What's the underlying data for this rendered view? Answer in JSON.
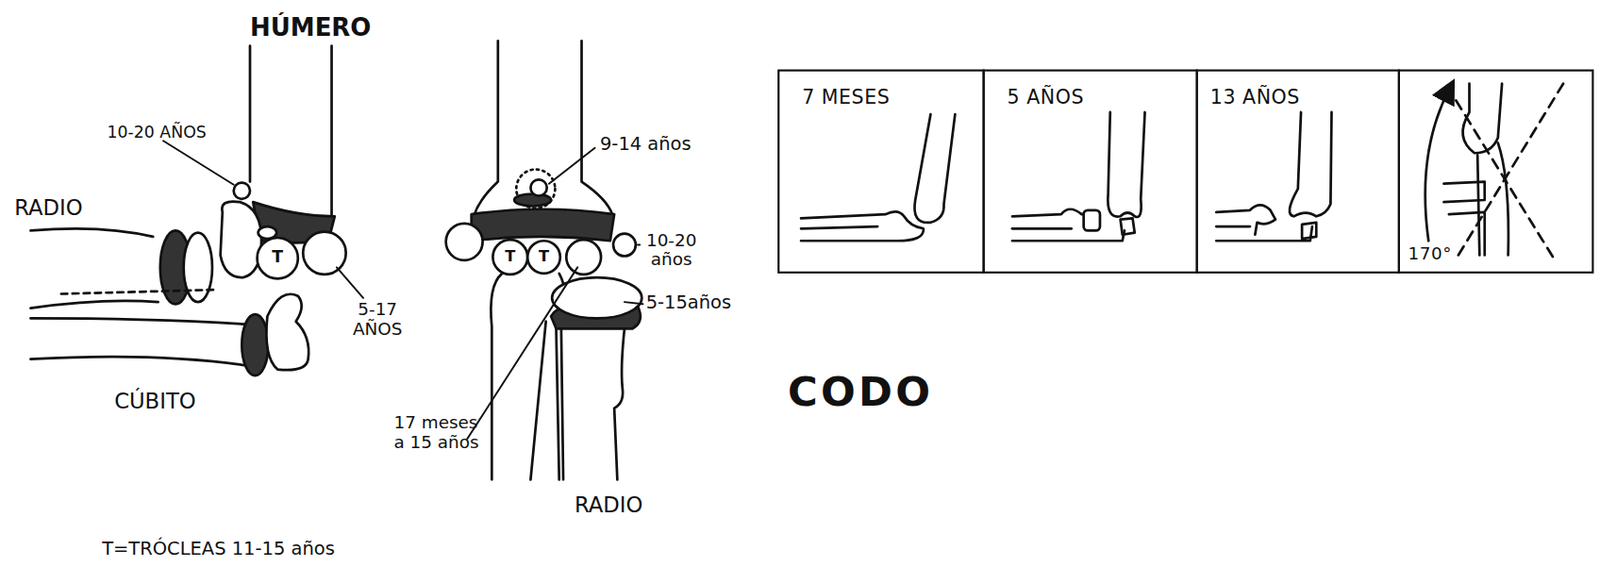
{
  "diagram": {
    "title": "CODO",
    "nodes": [
      {
        "text": [
          "7 MESES"
        ]
      },
      {
        "text": [
          "5 AÑOS"
        ]
      },
      {
        "text": [
          "13 AÑOS"
        ]
      },
      {
        "text": [
          "170°"
        ]
      }
    ],
    "labels": [
      "HÚMERO",
      "10-20 AÑOS",
      "RADIO",
      "T",
      "5-17 AÑOS",
      "CÚBITO",
      "9-14 años",
      "T",
      "T",
      "10-20 años",
      "5-15años",
      "17 meses a 15 años",
      "RADIO",
      "T=TRÓCLEAS 11-15 años"
    ]
  }
}
